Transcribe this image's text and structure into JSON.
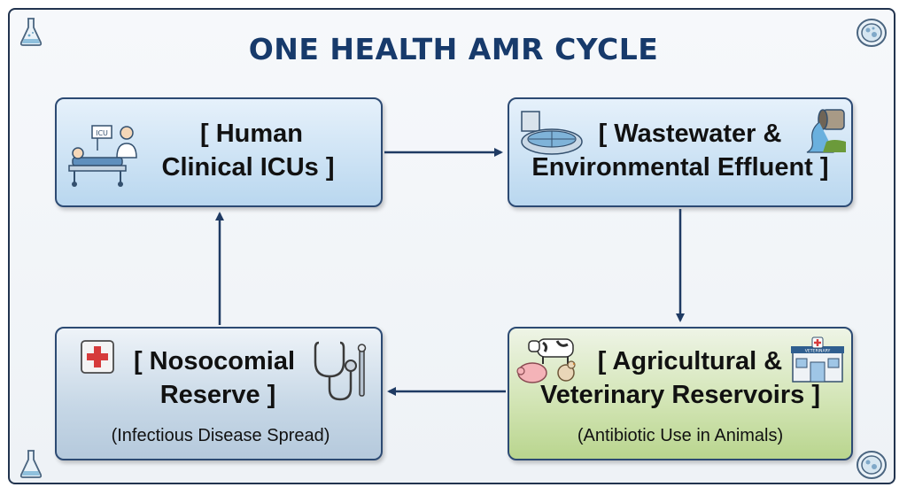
{
  "diagram": {
    "title": "ONE HEALTH AMR CYCLE",
    "nodes": {
      "human": {
        "line1": "[ Human",
        "line2": "Clinical ICUs ]",
        "icu_sign": "ICU"
      },
      "wastewater": {
        "line1": "[ Wastewater &",
        "line2": "Environmental Effluent ]"
      },
      "agricultural": {
        "line1": "[ Agricultural &",
        "line2": "Veterinary Reservoirs ]",
        "subtitle": "(Antibiotic Use in Animals)",
        "vet_sign": "VETERINARY"
      },
      "nosocomial": {
        "line1": "[ Nosocomial",
        "line2": "Reserve ]",
        "subtitle": "(Infectious Disease Spread)"
      }
    },
    "edges": [
      {
        "from": "human",
        "to": "wastewater"
      },
      {
        "from": "wastewater",
        "to": "agricultural"
      },
      {
        "from": "agricultural",
        "to": "nosocomial"
      },
      {
        "from": "nosocomial",
        "to": "human"
      }
    ],
    "colors": {
      "border": "#2c4a73",
      "title": "#173a6b",
      "arrow": "#1f3a63"
    }
  }
}
